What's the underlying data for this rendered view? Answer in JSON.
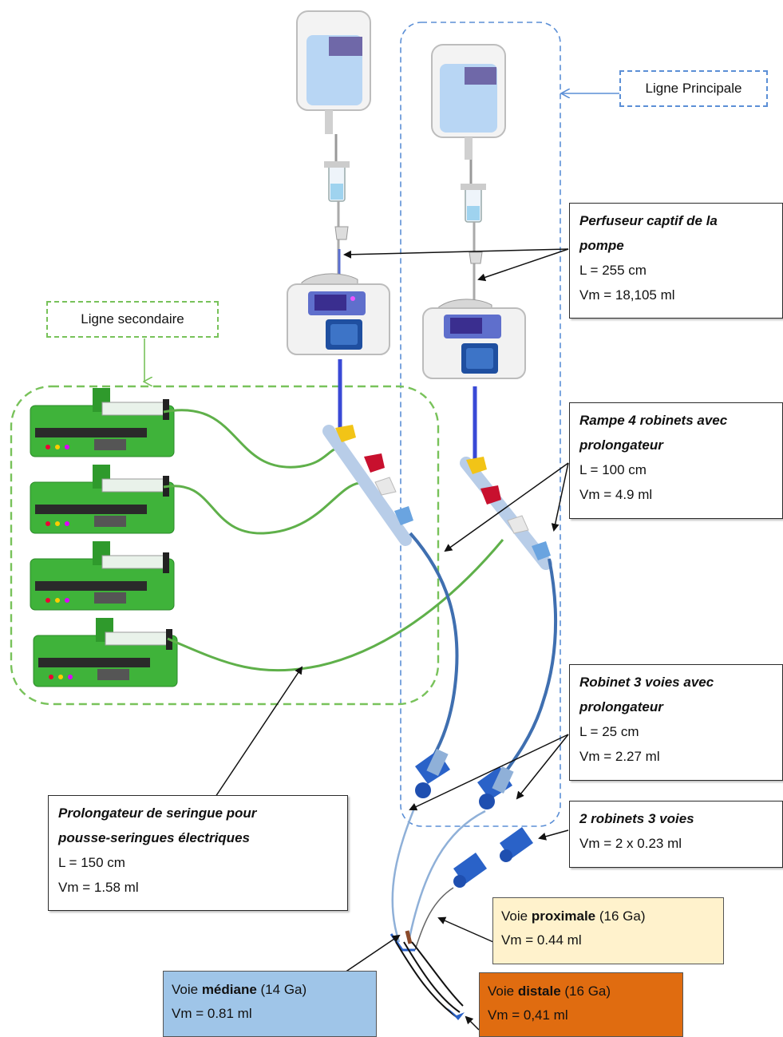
{
  "labels": {
    "ligne_principale": "Ligne Principale",
    "ligne_secondaire": "Ligne secondaire"
  },
  "perfuseur": {
    "title_1": "Perfuseur captif de la",
    "title_2": "pompe",
    "length": "L = 255 cm",
    "volume": "Vm = 18,105 ml"
  },
  "rampe": {
    "title_1": "Rampe 4 robinets avec",
    "title_2": "prolongateur",
    "length": "L = 100 cm",
    "volume": "Vm = 4.9 ml"
  },
  "robinet3": {
    "title_1": "Robinet 3 voies avec",
    "title_2": "prolongateur",
    "length": "L = 25 cm",
    "volume": "Vm = 2.27 ml"
  },
  "deux_robinets": {
    "title": "2 robinets 3 voies",
    "volume": "Vm = 2 x 0.23 ml"
  },
  "prolongateur_seringue": {
    "title_1": "Prolongateur de seringue pour",
    "title_2": "pousse-seringues électriques",
    "length": "L = 150 cm",
    "volume": "Vm = 1.58 ml"
  },
  "voie_proximale": {
    "prefix": "Voie ",
    "bold": "proximale",
    "suffix": " (16 Ga)",
    "volume": "Vm = 0.44 ml",
    "color": "#fff2cc"
  },
  "voie_mediane": {
    "prefix": "Voie ",
    "bold": "médiane",
    "suffix": " (14 Ga)",
    "volume": "Vm = 0.81 ml",
    "color": "#9fc5e8"
  },
  "voie_distale": {
    "prefix": "Voie ",
    "bold": "distale",
    "suffix": " (16 Ga)",
    "volume": "Vm = 0,41 ml",
    "color": "#e06c10"
  },
  "colors": {
    "main_dash": "#5b8fd6",
    "secondary_dash": "#78c25a",
    "syringe_green": "#3fb33a",
    "pump_blue": "#1f4fa0",
    "tube_blue": "#3f6fb0",
    "tube_green": "#5fb04a",
    "stopcock_blue": "#2a62c8",
    "stopcock_yellow": "#f2c417",
    "stopcock_red": "#c8102e"
  }
}
